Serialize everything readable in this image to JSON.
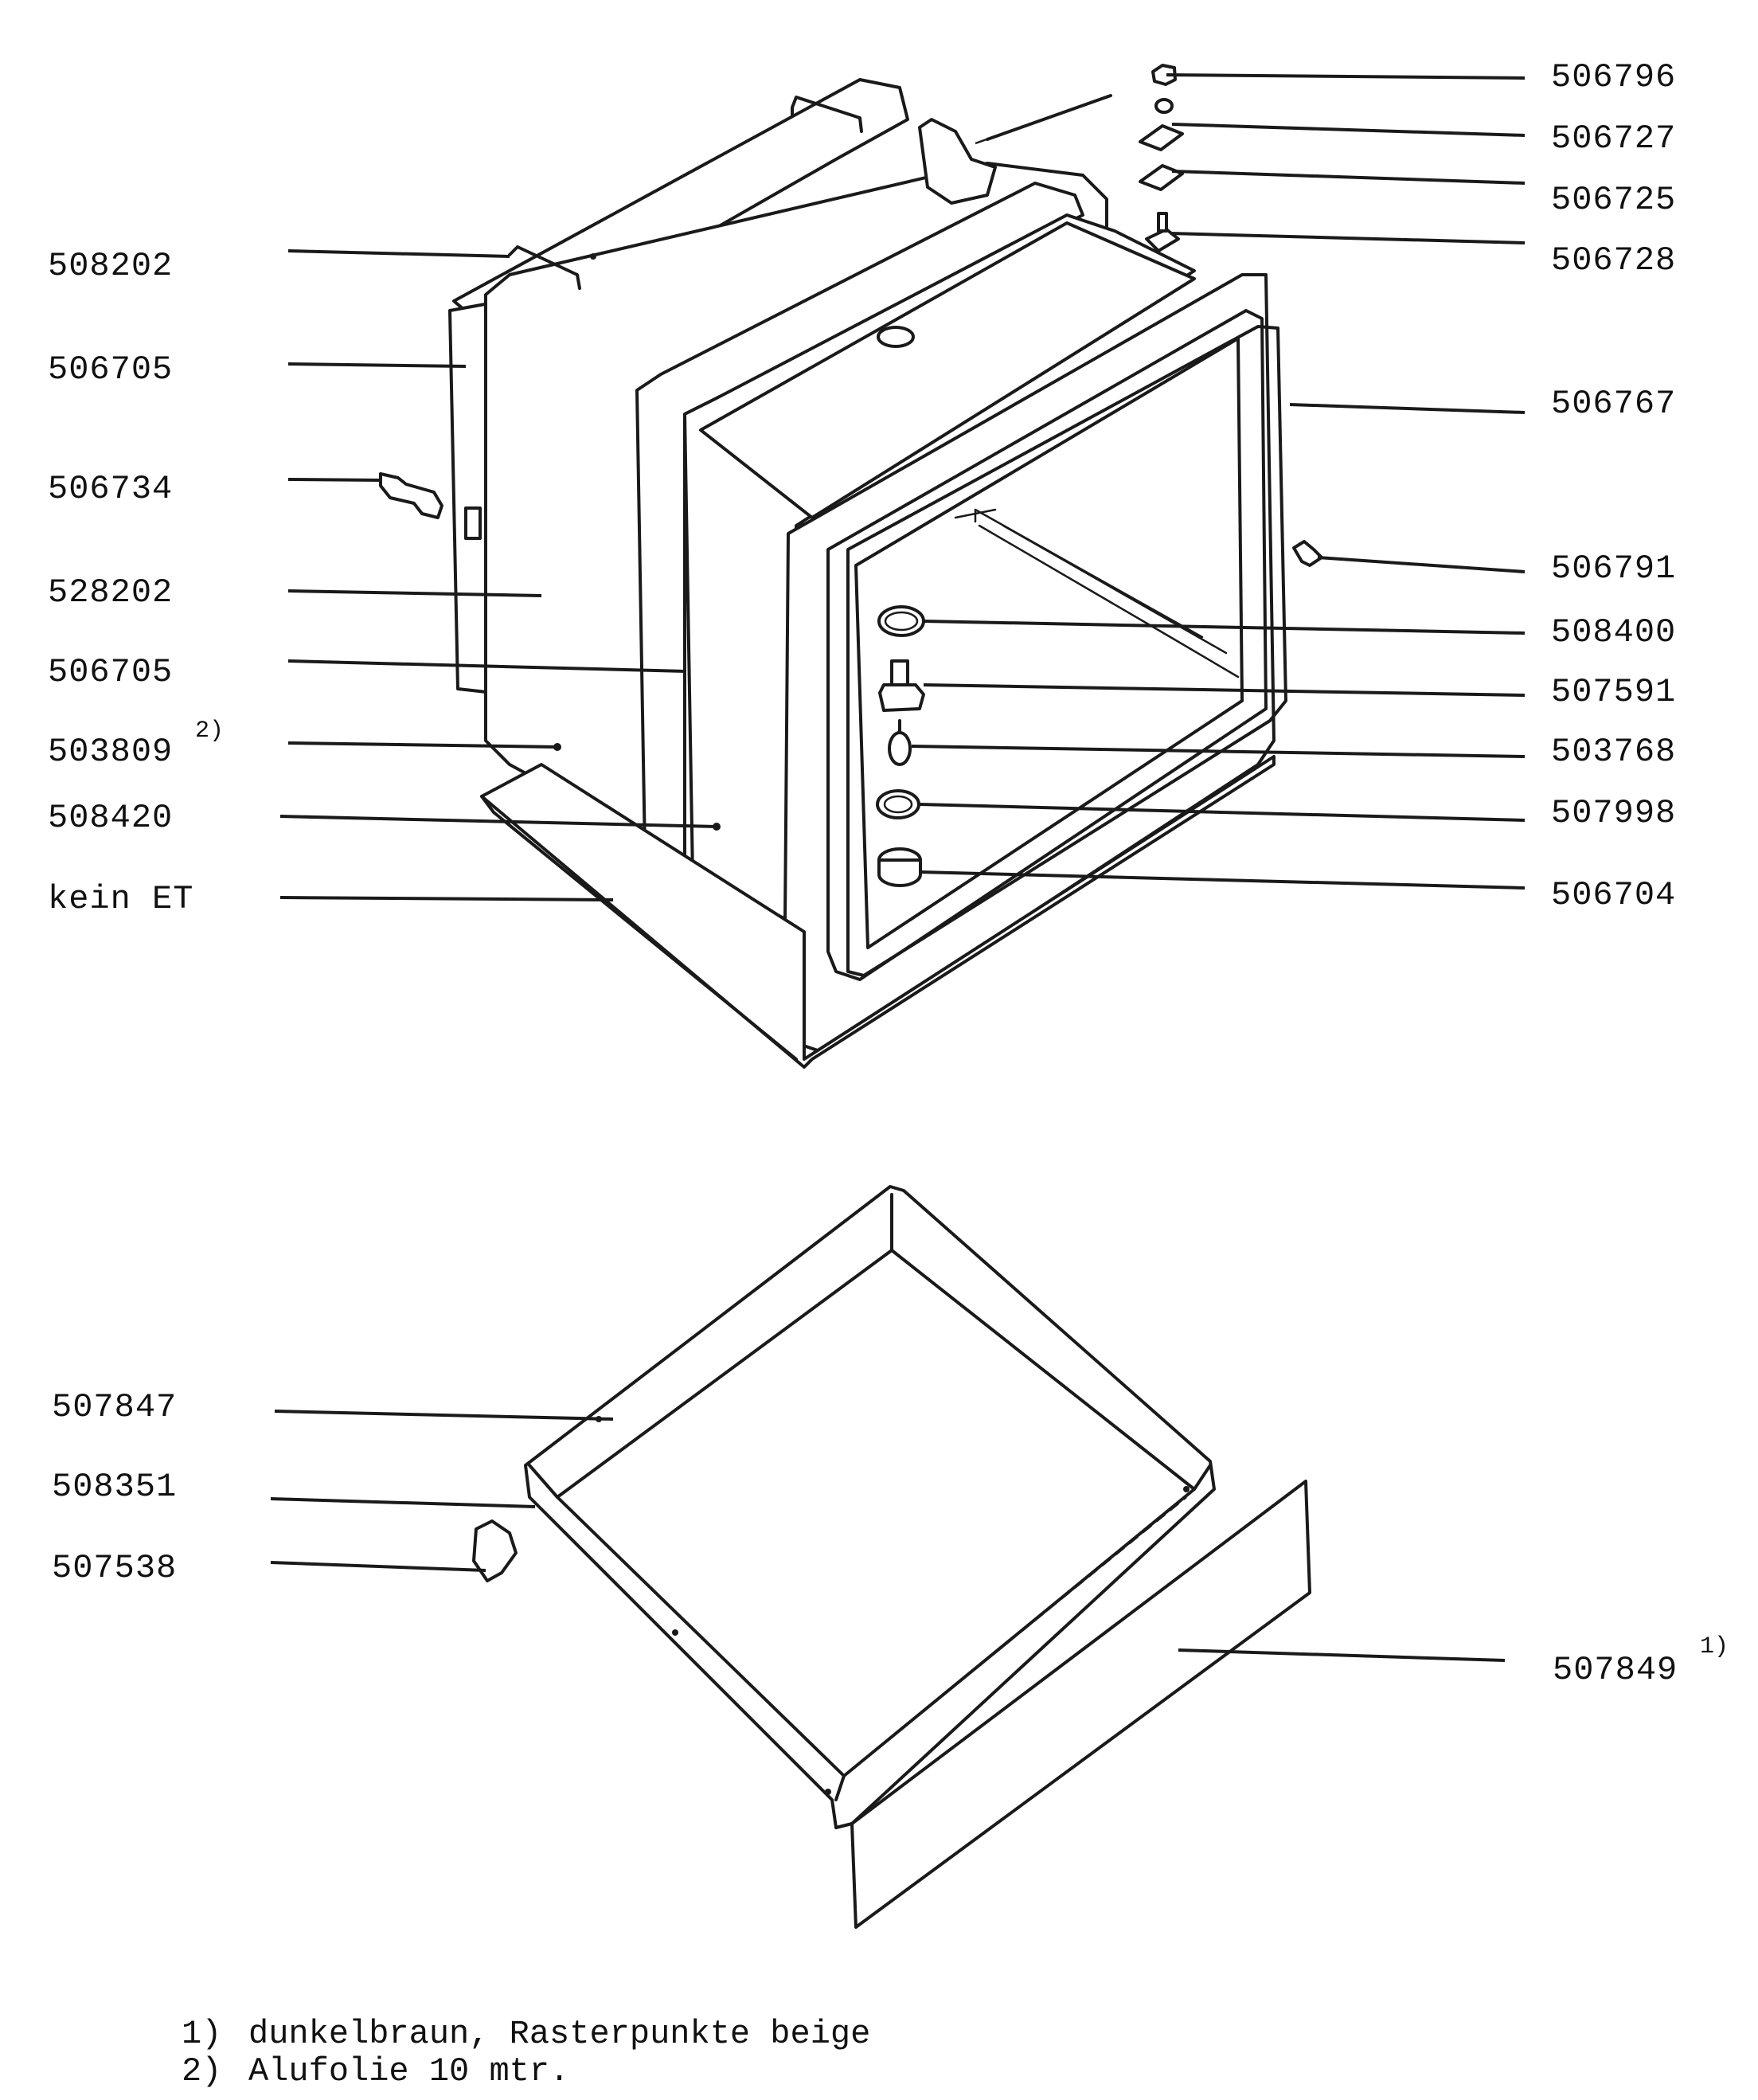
{
  "upper_assembly": {
    "left_labels": [
      {
        "id": "508202",
        "text": "508202",
        "sup": ""
      },
      {
        "id": "506705-outer",
        "text": "506705",
        "sup": ""
      },
      {
        "id": "506734",
        "text": "506734",
        "sup": ""
      },
      {
        "id": "528202",
        "text": "528202",
        "sup": ""
      },
      {
        "id": "506705-inner",
        "text": "506705",
        "sup": ""
      },
      {
        "id": "503809",
        "text": "503809",
        "sup": "2)"
      },
      {
        "id": "508420",
        "text": "508420",
        "sup": ""
      },
      {
        "id": "kein-et",
        "text": "kein ET",
        "sup": ""
      }
    ],
    "right_labels": [
      {
        "id": "506796",
        "text": "506796"
      },
      {
        "id": "506727",
        "text": "506727"
      },
      {
        "id": "506725",
        "text": "506725"
      },
      {
        "id": "506728",
        "text": "506728"
      },
      {
        "id": "506767",
        "text": "506767"
      },
      {
        "id": "506791",
        "text": "506791"
      },
      {
        "id": "508400",
        "text": "508400"
      },
      {
        "id": "507591",
        "text": "507591"
      },
      {
        "id": "503768",
        "text": "503768"
      },
      {
        "id": "507998",
        "text": "507998"
      },
      {
        "id": "506704",
        "text": "506704"
      }
    ]
  },
  "lower_assembly": {
    "left_labels": [
      {
        "id": "507847",
        "text": "507847"
      },
      {
        "id": "508351",
        "text": "508351"
      },
      {
        "id": "507538",
        "text": "507538"
      }
    ],
    "right_labels": [
      {
        "id": "507849",
        "text": "507849",
        "sup": "1)"
      }
    ]
  },
  "footnotes": [
    {
      "marker": "1)",
      "text": "dunkelbraun, Rasterpunkte beige"
    },
    {
      "marker": "2)",
      "text": "Alufolie 10 mtr."
    }
  ]
}
